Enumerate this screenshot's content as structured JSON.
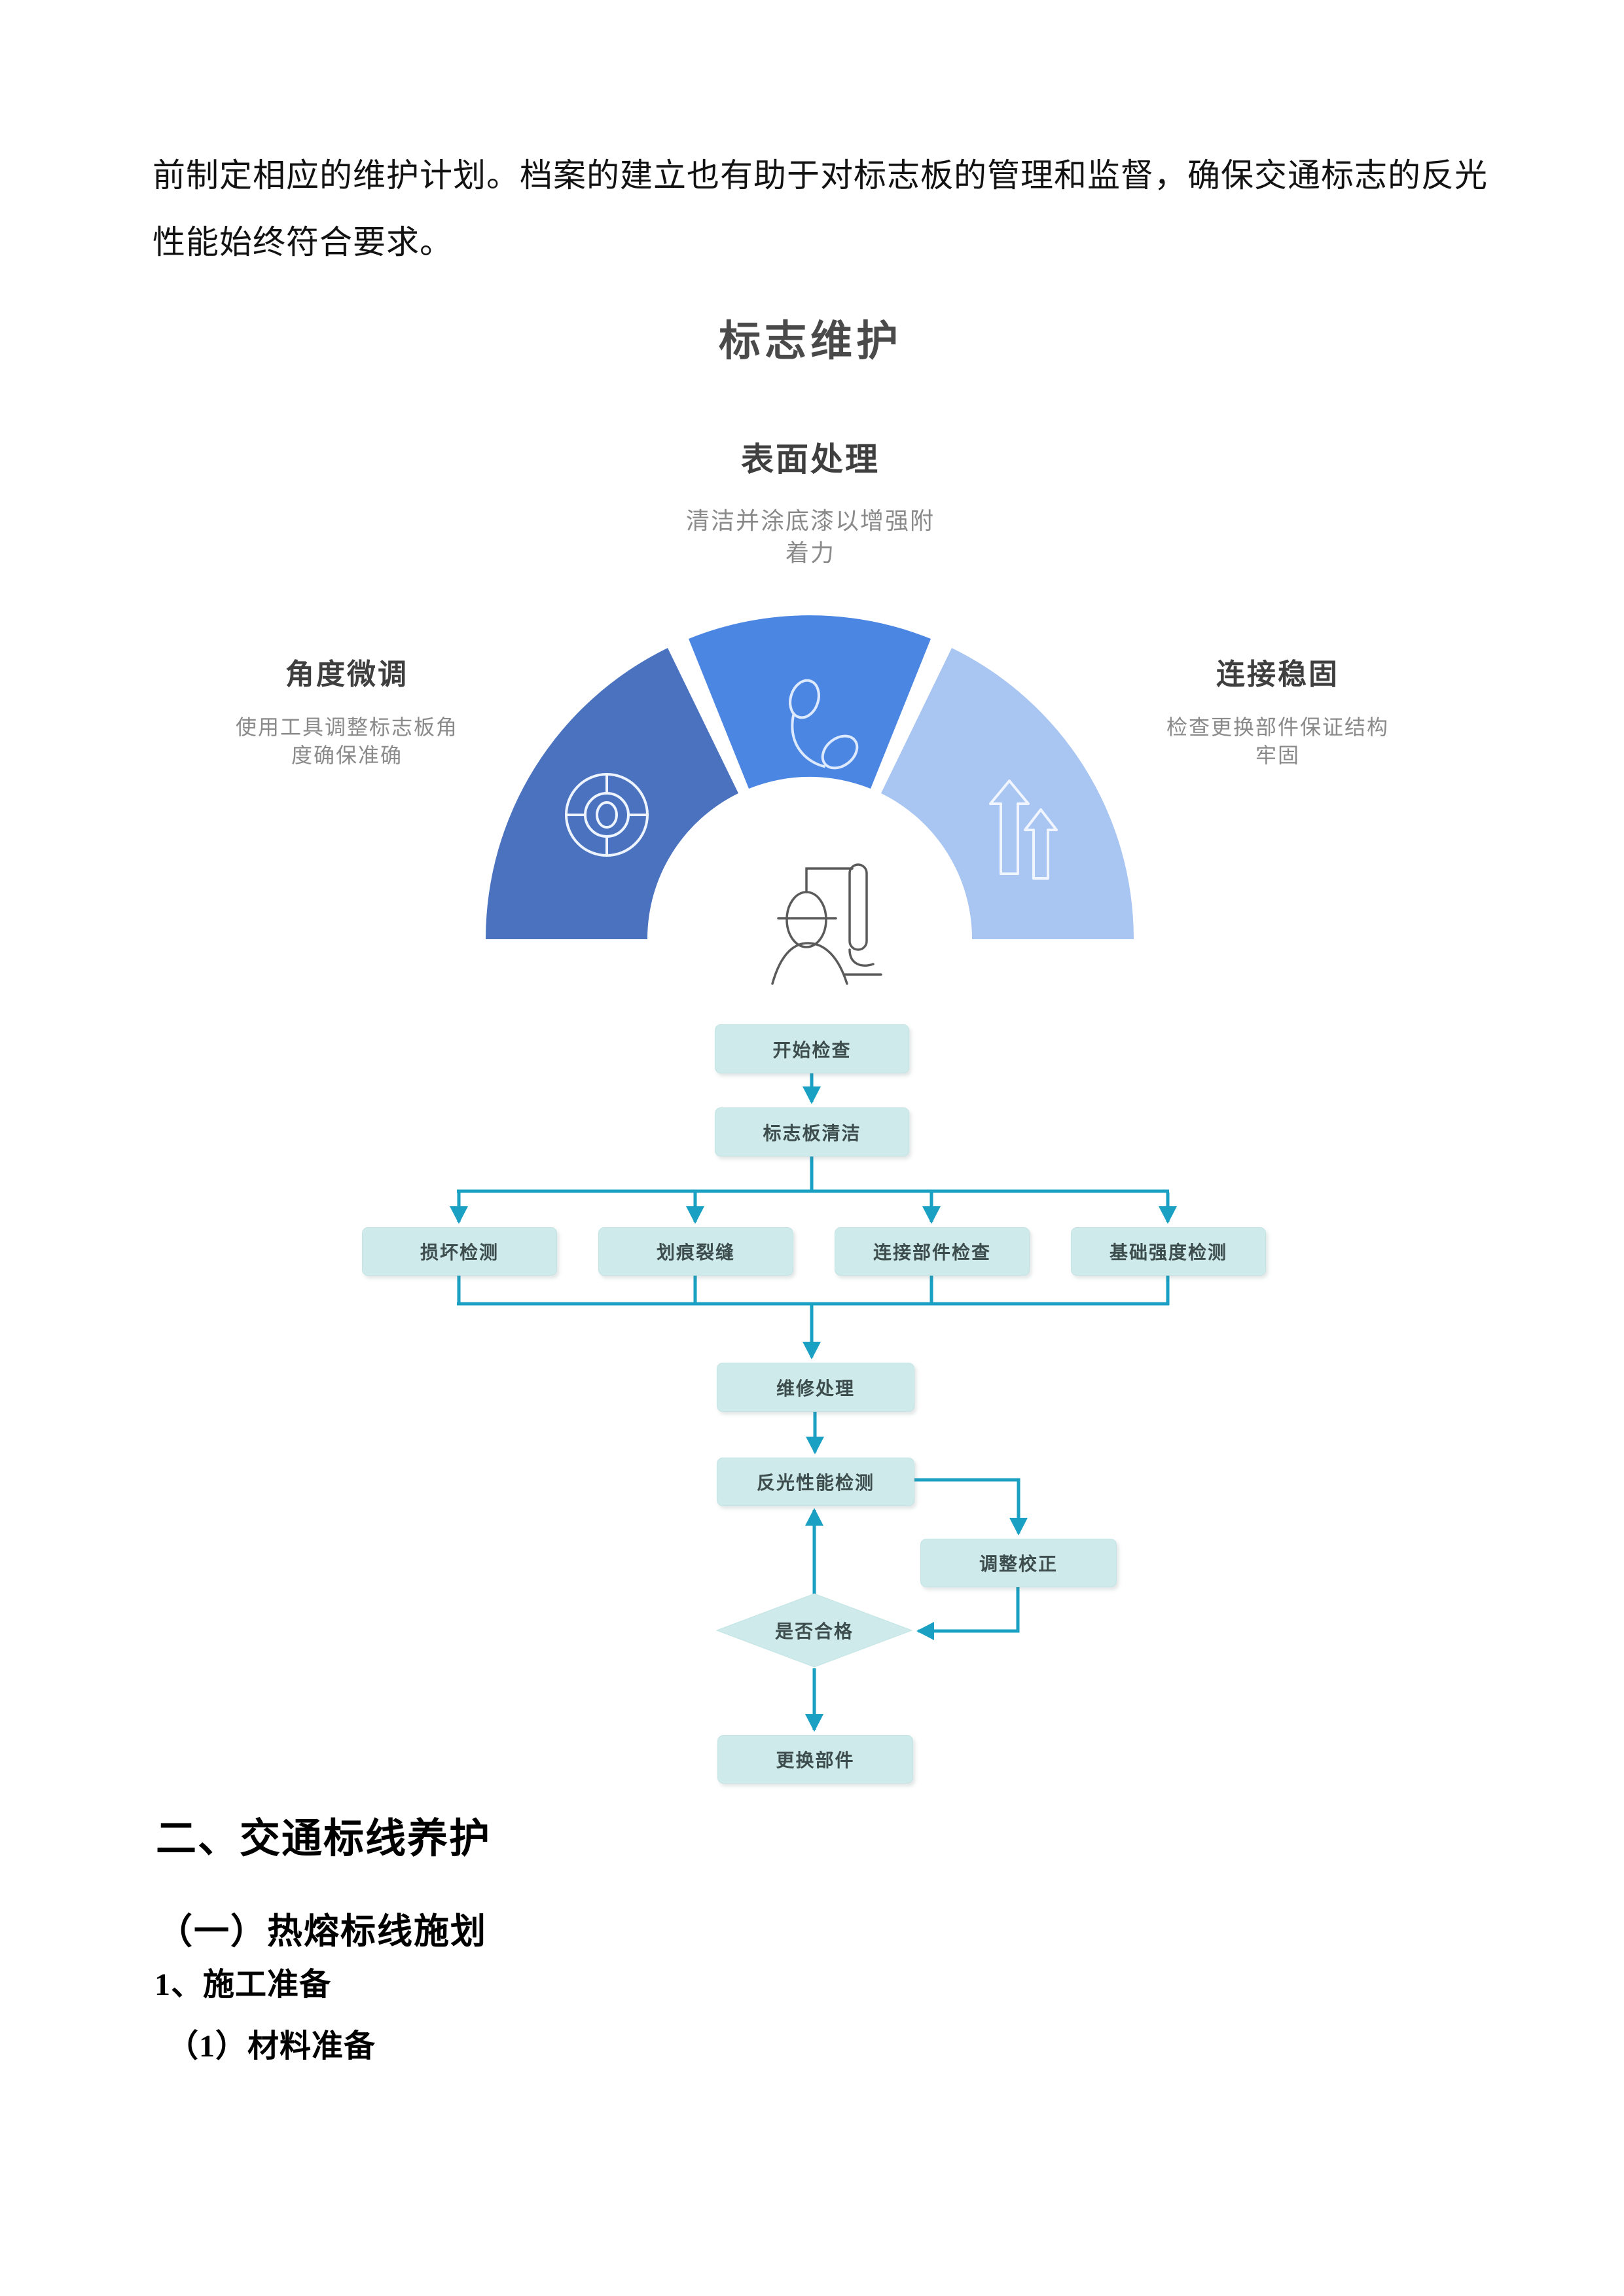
{
  "paragraph": {
    "line1": "前制定相应的维护计划。档案的建立也有助于对标志板的管理和监督，确保交通标志的反光",
    "line2": "性能始终符合要求。"
  },
  "diagram": {
    "title": "标志维护",
    "segments": [
      {
        "id": "top",
        "heading": "表面处理",
        "description": "清洁并涂底漆以增强附着力",
        "color": "#4b86e3",
        "icon": "phone-icon"
      },
      {
        "id": "left",
        "heading": "角度微调",
        "description": "使用工具调整标志板角度确保准确",
        "color": "#4a72bf",
        "icon": "lifebuoy-icon"
      },
      {
        "id": "right",
        "heading": "连接稳固",
        "description": "检查更换部件保证结构牢固",
        "color": "#a9c5f2",
        "icon": "arrows-up-icon"
      }
    ],
    "center_icon": "engineer-document-icon"
  },
  "flowchart": {
    "line_color": "#1aa0c2",
    "node_fill": "#cfeaea",
    "nodes": [
      {
        "id": "start",
        "label": "开始检查"
      },
      {
        "id": "clean",
        "label": "标志板清洁"
      },
      {
        "id": "damage",
        "label": "损坏检测"
      },
      {
        "id": "scratch",
        "label": "划痕裂缝"
      },
      {
        "id": "connector",
        "label": "连接部件检查"
      },
      {
        "id": "foundation",
        "label": "基础强度检测"
      },
      {
        "id": "repair",
        "label": "维修处理"
      },
      {
        "id": "reflective",
        "label": "反光性能检测"
      },
      {
        "id": "adjust",
        "label": "调整校正"
      },
      {
        "id": "decision",
        "label": "是否合格"
      },
      {
        "id": "replace",
        "label": "更换部件"
      }
    ]
  },
  "headings": {
    "h1": "二、交通标线养护",
    "h2": "（一）热熔标线施划",
    "h3": "1、施工准备",
    "h4": "（1）材料准备"
  }
}
